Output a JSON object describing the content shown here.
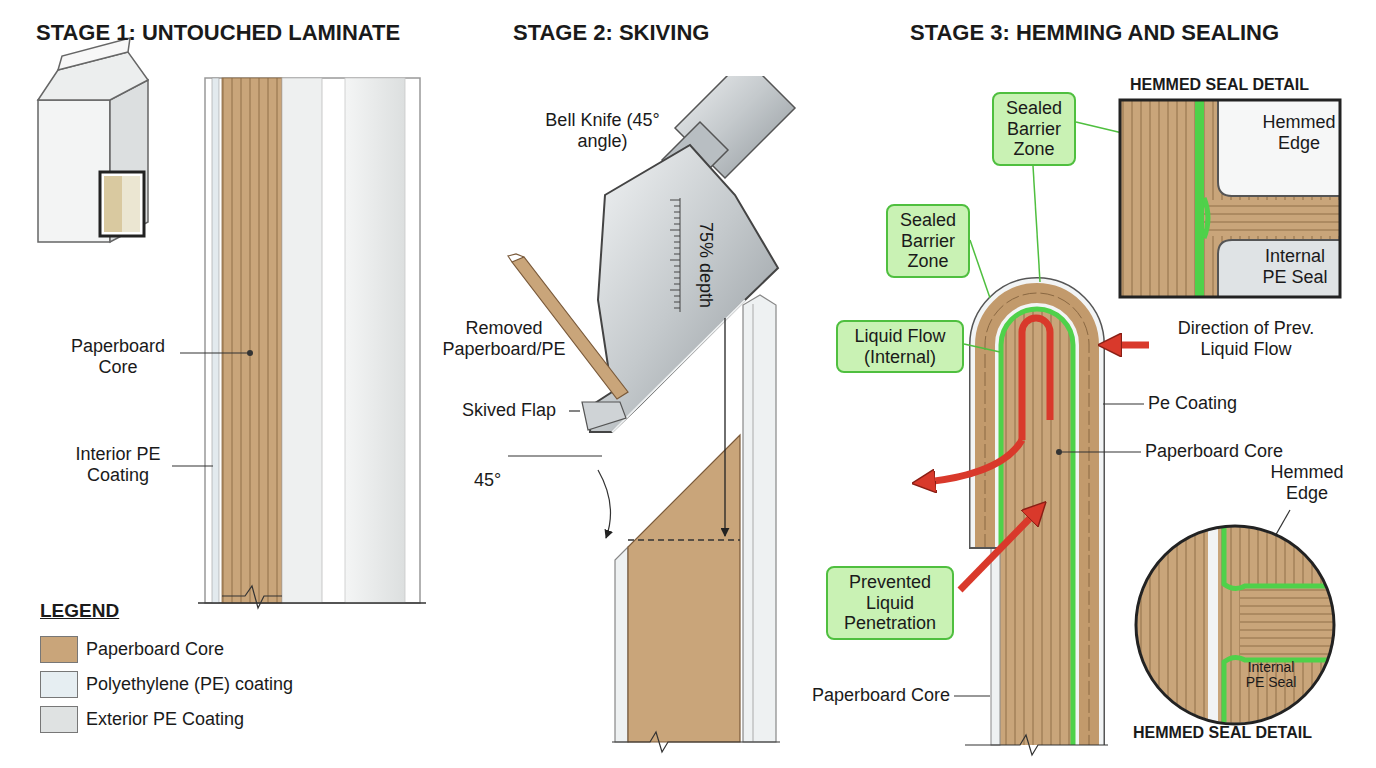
{
  "diagram": {
    "nodes": [
      {
        "text": [
          "Sealed Barrier Zone"
        ]
      },
      {
        "text": [
          "Sealed Barrier Zone"
        ]
      },
      {
        "text": [
          "Liquid Flow (Internal)"
        ]
      },
      {
        "text": [
          "Prevented Liquid Penetration"
        ]
      }
    ],
    "labels": [
      "STAGE 1: UNTOUCHED LAMINATE",
      "STAGE 2: SKIVING",
      "STAGE 3: HEMMING AND SEALING",
      "Paperboard Core",
      "Interior PE Coating",
      "LEGEND",
      "Bell Knife (45° angle)",
      "75% depth",
      "Removed Paperboard/PE",
      "Skived Flap",
      "45°",
      "HEMMED SEAL DETAIL",
      "Hemmed Edge",
      "Internal PE Seal",
      "Direction of Prev. Liquid Flow",
      "Pe Coating",
      "Paperboard Core",
      "Hemmed Edge",
      "Internal PE Seal",
      "Paperboard Core",
      "HEMMED SEAL DETAIL"
    ],
    "legend": [
      {
        "text": "Paperboard Core",
        "color": "#c9a57a"
      },
      {
        "text": "Polyethylene (PE) coating",
        "color": "#e6eef2"
      },
      {
        "text": "Exterior PE Coating",
        "color": "#dfe2e2"
      }
    ]
  }
}
